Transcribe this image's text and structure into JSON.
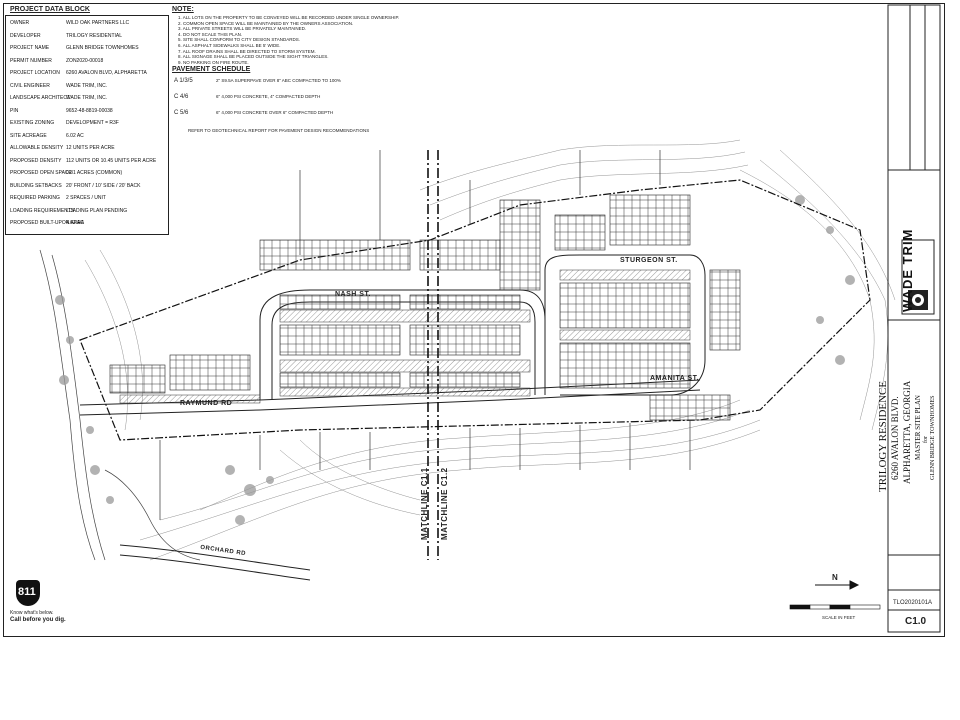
{
  "project_block": {
    "title": "PROJECT DATA BLOCK",
    "rows": [
      {
        "label": "OWNER",
        "value": "WILD OAK PARTNERS LLC"
      },
      {
        "label": "DEVELOPER",
        "value": "TRILOGY RESIDENTIAL"
      },
      {
        "label": "PROJECT NAME",
        "value": "GLENN BRIDGE TOWNHOMES"
      },
      {
        "label": "PERMIT NUMBER",
        "value": "ZON2020-00018"
      },
      {
        "label": "PROJECT LOCATION",
        "value": "6260 AVALON BLVD, ALPHARETTA"
      },
      {
        "label": "CIVIL ENGINEER",
        "value": "WADE TRIM, INC."
      },
      {
        "label": "LANDSCAPE ARCHITECT",
        "value": "WADE TRIM, INC."
      },
      {
        "label": "PIN",
        "value": "9652-48-8819-00038"
      },
      {
        "label": "EXISTING ZONING",
        "value": "DEVELOPMENT = R3F"
      },
      {
        "label": "SITE ACREAGE",
        "value": "6.02 AC"
      },
      {
        "label": "ALLOWABLE DENSITY",
        "value": "12 UNITS PER ACRE"
      },
      {
        "label": "PROPOSED DENSITY",
        "value": "112 UNITS OR 10.45 UNITS PER ACRE"
      },
      {
        "label": "PROPOSED OPEN SPACE",
        "value": "0.81 ACRES (COMMON)"
      },
      {
        "label": "BUILDING SETBACKS",
        "value": "20' FRONT / 10' SIDE / 20' BACK"
      },
      {
        "label": "REQUIRED PARKING",
        "value": "2 SPACES / UNIT"
      },
      {
        "label": "LOADING REQUIREMENTS",
        "value": "LOADING PLAN PENDING"
      },
      {
        "label": "PROPOSED BUILT-UPON AREA",
        "value": "4.62 AC"
      }
    ]
  },
  "notes": {
    "title": "NOTE:",
    "items": [
      "1. ALL LOTS ON THE PROPERTY TO BE CONVEYED WILL BE RECORDED UNDER SINGLE OWNERSHIP.",
      "2. COMMON OPEN SPACE WILL BE MAINTAINED BY THE OWNERS ASSOCIATION.",
      "3. ALL PRIVATE STREETS WILL BE PRIVATELY MAINTAINED.",
      "4. DO NOT SCALE THIS PLAN.",
      "5. SITE SHALL CONFORM TO CITY DESIGN STANDARDS.",
      "6. ALL ASPHALT SIDEWALKS SHALL BE 5' WIDE.",
      "7. ALL ROOF DRAINS SHALL BE DIRECTED TO STORM SYSTEM.",
      "8. ALL SIGNAGE SHALL BE PLACED OUTSIDE THE SIGHT TRIANGLES.",
      "9. NO PARKING ON FIRE ROUTE."
    ]
  },
  "pavement": {
    "title": "PAVEMENT SCHEDULE",
    "rows": [
      {
        "code": "A 1/3/5",
        "desc": "2\" S9.5A SUPERPAVE OVER 8\" ABC COMPACTED TO 100%"
      },
      {
        "code": "C 4/6",
        "desc": "6\" 4,000 PSI CONCRETE, 4\" COMPACTED DEPTH"
      },
      {
        "code": "C 5/6",
        "desc": "6\" 4,000 PSI CONCRETE OVER 6\" COMPACTED DEPTH"
      }
    ],
    "footnote": "REFER TO GEOTECHNICAL REPORT FOR PAVEMENT DESIGN RECOMMENDATIONS"
  },
  "streets": {
    "nash": "NASH ST.",
    "sturgeon": "STURGEON ST.",
    "raymund": "RAYMUND RD",
    "amanita": "AMANITA ST.",
    "orchard": "ORCHARD RD"
  },
  "matchlines": {
    "left": "MATCHLINE C1.1",
    "right": "MATCHLINE C1.2"
  },
  "title_block": {
    "firm": "WADE TRIM",
    "project": "TRILOGY RESIDENCE",
    "address": "6260 AVALON BLVD.",
    "city": "ALPHARETTA, GEORGIA",
    "plan": "MASTER SITE PLAN",
    "for": "for",
    "client": "GLENN BRIDGE TOWNHOMES",
    "job_no": "TLO2020101A",
    "sheet": "C1.0"
  },
  "callout_811": {
    "number": "811",
    "line1": "Know what's below.",
    "line2": "Call before you dig."
  },
  "north": "N",
  "scale_label": "SCALE IN FEET",
  "colors": {
    "ink": "#222222",
    "hatch": "#555555",
    "paper": "#ffffff"
  }
}
